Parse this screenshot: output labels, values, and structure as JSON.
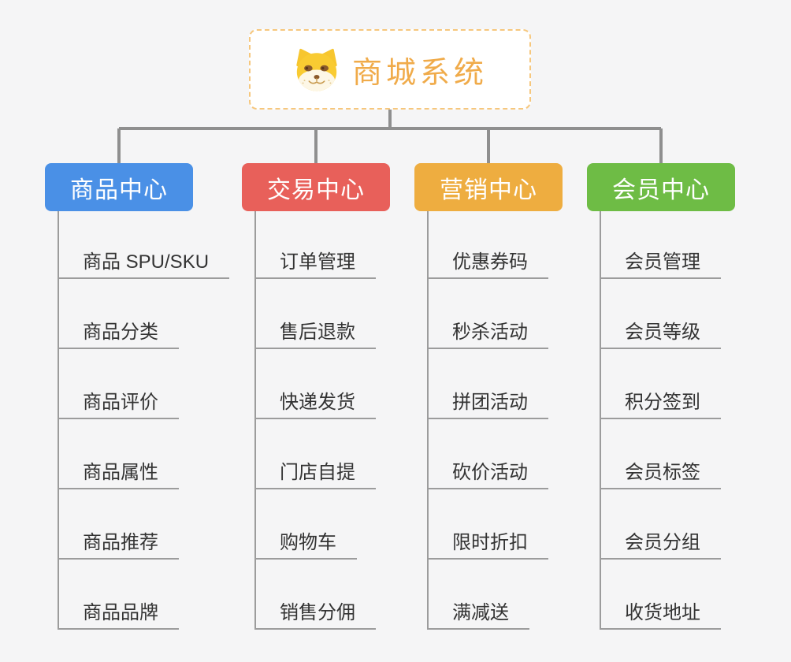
{
  "root": {
    "title": "商城系统",
    "icon": "doge-icon"
  },
  "branches": [
    {
      "label": "商品中心",
      "color": "#4a90e6",
      "items": [
        "商品 SPU/SKU",
        "商品分类",
        "商品评价",
        "商品属性",
        "商品推荐",
        "商品品牌"
      ]
    },
    {
      "label": "交易中心",
      "color": "#e8605a",
      "items": [
        "订单管理",
        "售后退款",
        "快递发货",
        "门店自提",
        "购物车",
        "销售分佣"
      ]
    },
    {
      "label": "营销中心",
      "color": "#eead40",
      "items": [
        "优惠券码",
        "秒杀活动",
        "拼团活动",
        "砍价活动",
        "限时折扣",
        "满减送"
      ]
    },
    {
      "label": "会员中心",
      "color": "#6ebc45",
      "items": [
        "会员管理",
        "会员等级",
        "积分签到",
        "会员标签",
        "会员分组",
        "收货地址"
      ]
    }
  ],
  "colors": {
    "background": "#f5f5f6",
    "connector": "#8f8f8f",
    "subline": "#9c9c9c",
    "root_text": "#f0ab4a",
    "root_border": "#f6c77d",
    "subtext": "#333333"
  }
}
